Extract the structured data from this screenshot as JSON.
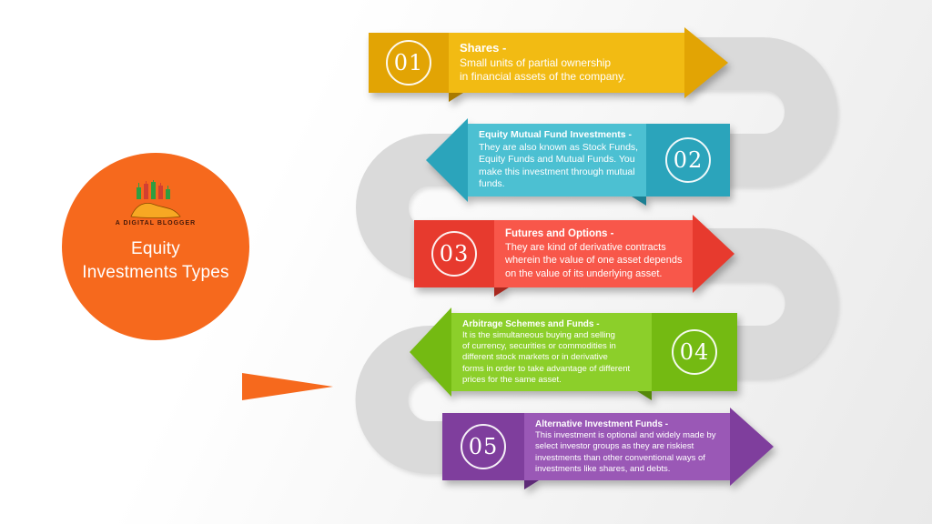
{
  "decoration": {
    "path_color": "#dadada"
  },
  "bubble": {
    "color": "#f6691d",
    "title": "Equity\nInvestments Types",
    "logo_caption": "A DIGITAL BLOGGER"
  },
  "steps": [
    {
      "number": "01",
      "title": "Shares -",
      "body": "Small units of partial ownership\nin financial assets of the company.",
      "color_main": "#f2bb13",
      "color_dark": "#e2a404",
      "color_fold": "#a87a00"
    },
    {
      "number": "02",
      "title": "Equity Mutual Fund Investments -",
      "body": "They are also known as Stock Funds,\nEquity Funds and Mutual Funds. You\nmake this investment through mutual\nfunds.",
      "color_main": "#4cc0d2",
      "color_dark": "#2ba4bb",
      "color_fold": "#1c7f92"
    },
    {
      "number": "03",
      "title": "Futures and Options -",
      "body": "They are kind of derivative contracts\nwherein the value of one asset depends\non the value of its underlying asset.",
      "color_main": "#f8574a",
      "color_dark": "#e73a2e",
      "color_fold": "#a8281f"
    },
    {
      "number": "04",
      "title": "Arbitrage Schemes and Funds -",
      "body": "It is the simultaneous buying and selling\nof currency, securities or commodities in\ndifferent stock markets or in derivative\nforms in order to take advantage of different\nprices for the same asset.",
      "color_main": "#8ccf2a",
      "color_dark": "#74ba12",
      "color_fold": "#55880a"
    },
    {
      "number": "05",
      "title": "Alternative Investment Funds -",
      "body": "This investment is optional and widely made by\nselect investor groups as they are riskiest\ninvestments than other conventional ways of\ninvestments like shares, and debts.",
      "color_main": "#9a58b6",
      "color_dark": "#7f3e9d",
      "color_fold": "#5d2a76"
    }
  ]
}
